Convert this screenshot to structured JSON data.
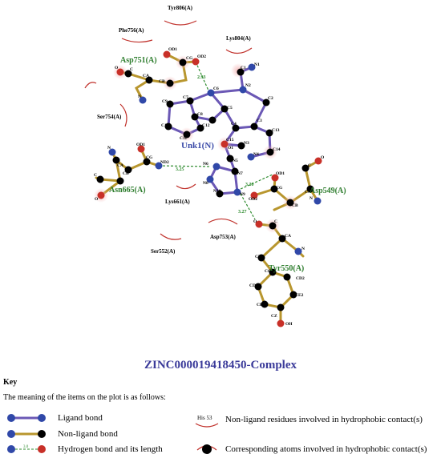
{
  "ligand": {
    "name": "Unk1(N)",
    "atoms": [
      "N1",
      "C1",
      "N2",
      "C2",
      "C3",
      "C4",
      "C5",
      "C6",
      "C7",
      "C8",
      "C9",
      "C10",
      "C11",
      "C12",
      "C13",
      "C14",
      "C15",
      "N3",
      "N4",
      "N5",
      "N6",
      "N7",
      "N8",
      "N9",
      "N10",
      "O1"
    ]
  },
  "residues": {
    "asp751": {
      "label": "Asp751(A)",
      "atoms": [
        "OD1",
        "OD2",
        "CG",
        "CB",
        "CA",
        "C",
        "N",
        "O"
      ]
    },
    "asn665": {
      "label": "Asn665(A)",
      "atoms": [
        "OD1",
        "ND2",
        "CG",
        "CB",
        "CA",
        "C",
        "N",
        "O"
      ]
    },
    "asp549": {
      "label": "Asp549(A)",
      "atoms": [
        "OD1",
        "OD2",
        "CG",
        "CB",
        "CA",
        "C",
        "N",
        "O"
      ]
    },
    "tyr550": {
      "label": "Tyr550(A)",
      "atoms": [
        "C",
        "CA",
        "N",
        "CB",
        "CG",
        "CD1",
        "CD2",
        "CE1",
        "CE2",
        "CZ",
        "OH",
        "O"
      ]
    }
  },
  "hydrophobic": [
    "Tyr806(A)",
    "Phe756(A)",
    "Lys804(A)",
    "Ser754(A)",
    "Lys661(A)",
    "Asp753(A)",
    "Ser552(A)"
  ],
  "hbonds": [
    "2.93",
    "3.25",
    "3.30",
    "3.27"
  ],
  "title": "ZINC000019418450-Complex",
  "key": {
    "heading": "Key",
    "description": "The meaning of the items on the plot is as follows:",
    "ligand_bond": "Ligand bond",
    "nonligand_bond": "Non-ligand bond",
    "hbond": "Hydrogen bond and its length",
    "hbond_sample": "3.0",
    "his_sample": "His 53",
    "nonligand_residues": "Non-ligand residues involved in hydrophobic contact(s)",
    "corresponding_atoms": "Corresponding atoms involved in hydrophobic contact(s)"
  },
  "colors": {
    "ligand_bond": "#6b58b5",
    "nonligand_bond": "#b8962e",
    "hbond": "#2e8b2e",
    "carbon": "#000000",
    "nitrogen": "#3048a8",
    "oxygen": "#c83028",
    "hydrophobic": "#c0302a",
    "title": "#3b3b9a",
    "residue_green": "#2e7d2e"
  }
}
